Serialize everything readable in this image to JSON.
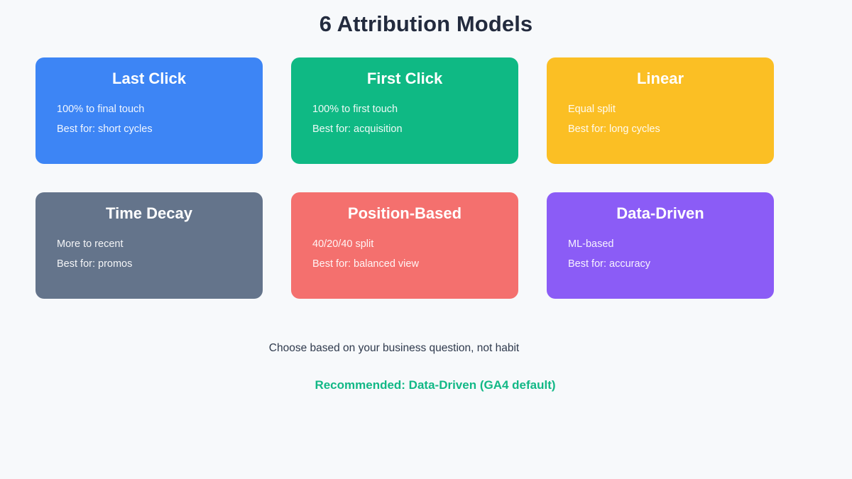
{
  "header": {
    "title": "6 Attribution Models",
    "title_color": "#232b3e"
  },
  "background_color": "#f7f9fb",
  "cards": [
    {
      "name": "last-click",
      "title": "Last Click",
      "line1": "100% to final touch",
      "line2": "Best for: short cycles",
      "color": "#3d85f5"
    },
    {
      "name": "first-click",
      "title": "First Click",
      "line1": "100% to first touch",
      "line2": "Best for: acquisition",
      "color": "#0fb984"
    },
    {
      "name": "linear",
      "title": "Linear",
      "line1": "Equal split",
      "line2": "Best for: long cycles",
      "color": "#fbbf24"
    },
    {
      "name": "time-decay",
      "title": "Time Decay",
      "line1": "More to recent",
      "line2": "Best for: promos",
      "color": "#64748b"
    },
    {
      "name": "position-based",
      "title": "Position-Based",
      "line1": "40/20/40 split",
      "line2": "Best for: balanced view",
      "color": "#f4706e"
    },
    {
      "name": "data-driven",
      "title": "Data-Driven",
      "line1": "ML-based",
      "line2": "Best for: accuracy",
      "color": "#8b5cf6"
    }
  ],
  "footer": {
    "note": "Choose based on your business question, not habit",
    "recommendation": "Recommended: Data-Driven (GA4 default)",
    "recommendation_color": "#12b886"
  }
}
